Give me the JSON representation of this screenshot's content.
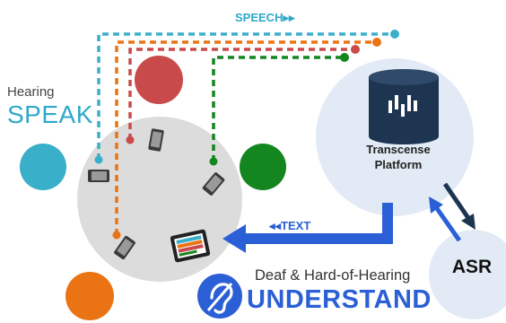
{
  "labels": {
    "hearing": "Hearing",
    "speak": "SPEAK",
    "speech": "SPEECH▸▸",
    "text": "◂◂TEXT",
    "platform": "Transcense Platform",
    "asr": "ASR",
    "deaf": "Deaf & Hard-of-Hearing",
    "understand": "UNDERSTAND"
  },
  "colors": {
    "teal": "#3aafc9",
    "red": "#c94a4a",
    "green": "#13861f",
    "orange": "#ea7413",
    "table": "#dcdcdc",
    "bubble": "#e2ebf5",
    "blue": "#2a5fd6",
    "navy": "#1d3550"
  },
  "icons": [
    "phone-icon",
    "tablet-icon",
    "database-icon",
    "hearing-assist-icon"
  ]
}
